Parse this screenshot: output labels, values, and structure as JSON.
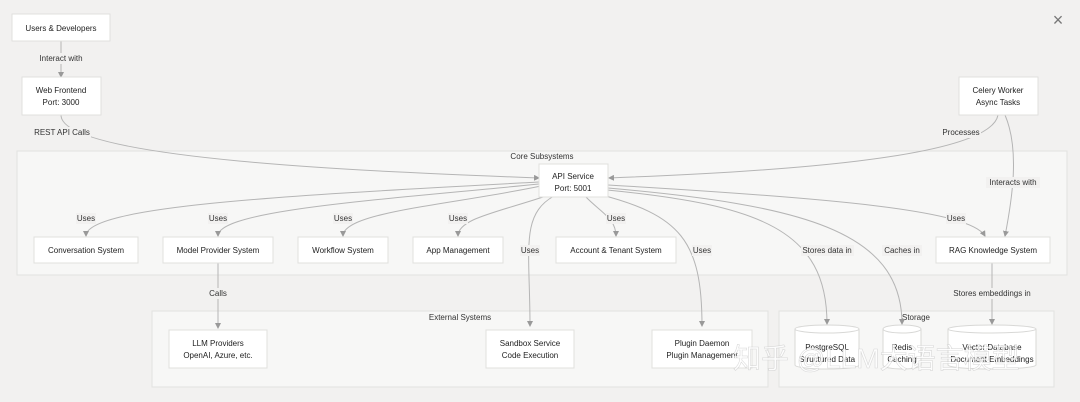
{
  "close_label": "×",
  "clusters": {
    "core": "Core Subsystems",
    "external": "External Systems",
    "storage": "Storage"
  },
  "nodes": {
    "users": [
      "Users & Developers"
    ],
    "web": [
      "Web Frontend",
      "Port: 3000"
    ],
    "celery": [
      "Celery Worker",
      "Async Tasks"
    ],
    "api": [
      "API Service",
      "Port: 5001"
    ],
    "conversation": [
      "Conversation System"
    ],
    "model_provider": [
      "Model Provider System"
    ],
    "workflow": [
      "Workflow System"
    ],
    "app_mgmt": [
      "App Management"
    ],
    "account": [
      "Account & Tenant System"
    ],
    "rag": [
      "RAG Knowledge System"
    ],
    "llm": [
      "LLM Providers",
      "OpenAI, Azure, etc."
    ],
    "sandbox": [
      "Sandbox Service",
      "Code Execution"
    ],
    "plugin": [
      "Plugin Daemon",
      "Plugin Management"
    ],
    "postgres": [
      "PostgreSQL",
      "Structured Data"
    ],
    "redis": [
      "Redis",
      "Caching"
    ],
    "vector": [
      "Vector Database",
      "Document Embeddings"
    ]
  },
  "edge_labels": {
    "interact_with": "Interact with",
    "rest_api": "REST API Calls",
    "processes": "Processes",
    "interacts_with": "Interacts with",
    "uses": "Uses",
    "calls": "Calls",
    "stores_data": "Stores data in",
    "caches": "Caches in",
    "stores_embeddings": "Stores embeddings in"
  },
  "watermark": "知乎 @LLM大语言模型",
  "colors": {
    "background": "#f2f1f0",
    "node_fill": "#ffffff",
    "edge": "#b5b5b5"
  }
}
